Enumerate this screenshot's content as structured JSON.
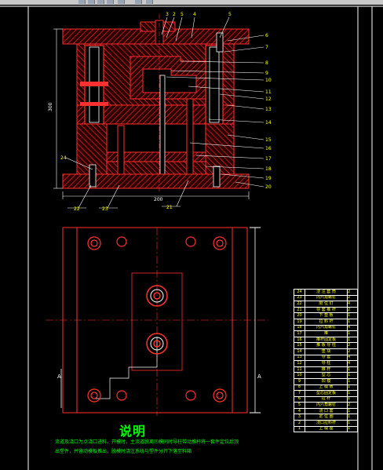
{
  "balloons_top": [
    "3",
    "2",
    "5",
    "4",
    "5"
  ],
  "balloons_right": [
    "6",
    "7",
    "8",
    "9",
    "10",
    "11",
    "12",
    "13",
    "14",
    "15",
    "16",
    "17",
    "18",
    "19",
    "20"
  ],
  "balloons_bottom": [
    "22",
    "23",
    "21"
  ],
  "balloon_left": "24",
  "dim_height": "300",
  "dim_width": "200",
  "section_label": "A",
  "notes": {
    "title": "说明",
    "line1": "流道及浇口为点浇口进料，开模时，主流道脱离凹模同时导柱带动推杆将一套件定位后顶",
    "line2": "出塑件，并留动模板推出，脱模时浇注系统与塑件分开下落至料箱"
  },
  "bom": [
    {
      "no": "24",
      "name": "浇 注 套 筒",
      "qty": "2"
    },
    {
      "no": "23",
      "name": "内六角螺钉",
      "qty": "2"
    },
    {
      "no": "22",
      "name": "限 位 钉",
      "qty": "4"
    },
    {
      "no": "21",
      "name": "导 套 推 杆",
      "qty": "2"
    },
    {
      "no": "20",
      "name": "下 垫 板",
      "qty": "1"
    },
    {
      "no": "19",
      "name": "拉 料 杆",
      "qty": "1"
    },
    {
      "no": "18",
      "name": "内六角螺钉",
      "qty": "4"
    },
    {
      "no": "17",
      "name": "推",
      "qty": "1"
    },
    {
      "no": "16",
      "name": "推杆固定板",
      "qty": "1"
    },
    {
      "no": "15",
      "name": "推 板 导 柱",
      "qty": "2"
    },
    {
      "no": "14",
      "name": "垫 块",
      "qty": "2"
    },
    {
      "no": "13",
      "name": "导 套",
      "qty": "4"
    },
    {
      "no": "12",
      "name": "导 柱",
      "qty": "4"
    },
    {
      "no": "11",
      "name": "推 杆",
      "qty": "1"
    },
    {
      "no": "10",
      "name": "型 芯",
      "qty": "1"
    },
    {
      "no": "9",
      "name": "凹 模",
      "qty": "1"
    },
    {
      "no": "8",
      "name": "上 模 板",
      "qty": "1"
    },
    {
      "no": "7",
      "name": "型芯固定板",
      "qty": "1"
    },
    {
      "no": "6",
      "name": "拉 杆",
      "qty": "1"
    },
    {
      "no": "5",
      "name": "内六角螺钉",
      "qty": "2"
    },
    {
      "no": "4",
      "name": "浇 口 套",
      "qty": "1"
    },
    {
      "no": "3",
      "name": "定 位 圈",
      "qty": "1"
    },
    {
      "no": "2",
      "name": "浇口拉料杆",
      "qty": "1"
    },
    {
      "no": "1",
      "name": "上 模 座",
      "qty": "1"
    }
  ]
}
